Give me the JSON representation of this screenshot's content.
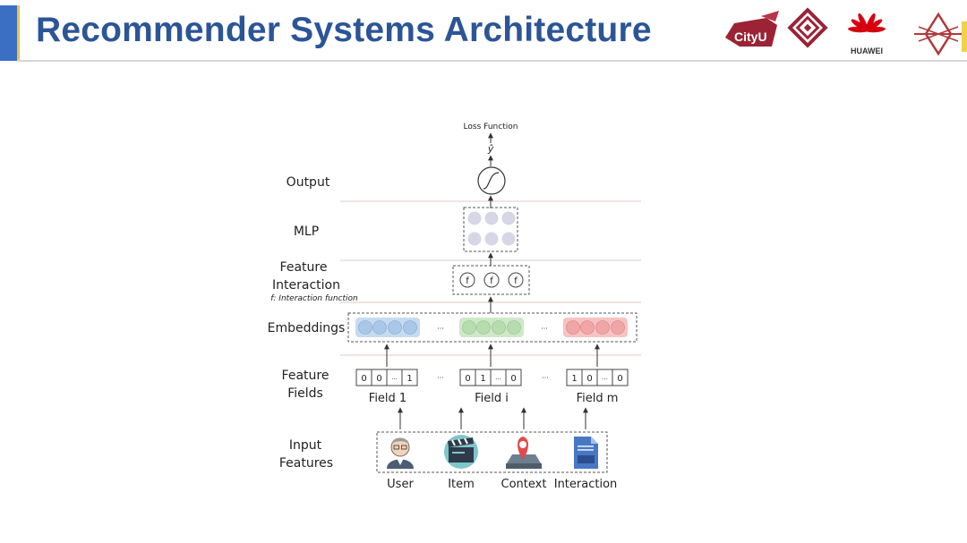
{
  "header": {
    "title": "Recommender Systems Architecture",
    "logos": {
      "cityu": "CityU",
      "huawei": "HUAWEI"
    }
  },
  "diagram": {
    "layers": {
      "output": "Output",
      "mlp": "MLP",
      "feature_interaction": [
        "Feature",
        "Interaction"
      ],
      "interaction_note": "f: Interaction function",
      "embeddings": "Embeddings",
      "feature_fields": [
        "Feature",
        "Fields"
      ],
      "input_features": [
        "Input",
        "Features"
      ]
    },
    "loss_label": "Loss Function",
    "yhat": "ŷ",
    "interaction_symbol": "f",
    "ellipsis": "···",
    "fields": [
      {
        "name": "Field 1",
        "bits": [
          "0",
          "0",
          "···",
          "1"
        ]
      },
      {
        "name": "Field i",
        "bits": [
          "0",
          "1",
          "···",
          "0"
        ]
      },
      {
        "name": "Field m",
        "bits": [
          "1",
          "0",
          "···",
          "0"
        ]
      }
    ],
    "inputs": [
      "User",
      "Item",
      "Context",
      "Interaction"
    ],
    "colors": {
      "blue": "#a9c8e8",
      "green": "#b7dcb0",
      "red": "#f0a6a6",
      "mlp_node": "#d6d6e6",
      "title": "#2c5597"
    }
  }
}
